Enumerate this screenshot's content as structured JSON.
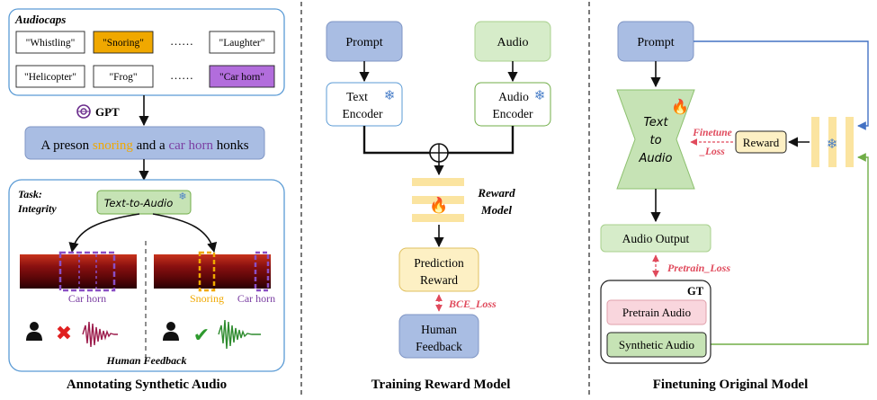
{
  "colors": {
    "blue_box": "#a9bde3",
    "green_box": "#d6ecc9",
    "yellow_box": "#fdf0c4",
    "pink_box": "#f9d6dd",
    "snoring": "#f0a800",
    "car_horn_bg": "#b26ddc",
    "car_horn_text": "#7b3fa2",
    "loss_red": "#e04a5c",
    "connector_blue": "#4472c4",
    "connector_green": "#70ad47"
  },
  "panel1": {
    "audiocaps_title": "Audiocaps",
    "tags_row1": [
      "\"Whistling\"",
      "\"Snoring\"",
      "\"Laughter\""
    ],
    "tags_row2": [
      "\"Helicopter\"",
      "\"Frog\"",
      "\"Car horn\""
    ],
    "ellipsis": "……",
    "gpt_label": "GPT",
    "caption_parts": [
      "A preson ",
      "snoring",
      " and a ",
      "car horn",
      " honks"
    ],
    "task_label_line1": "Task:",
    "task_label_line2": "Integrity",
    "tta_label": "Text-to-Audio",
    "left_label": "Car horn",
    "right_label_snoring": "Snoring",
    "right_label_carhorn": "Car horn",
    "human_feedback": "Human Feedback",
    "footer": "Annotating Synthetic Audio"
  },
  "panel2": {
    "prompt": "Prompt",
    "audio": "Audio",
    "text_encoder_l1": "Text",
    "text_encoder_l2": "Encoder",
    "audio_encoder_l1": "Audio",
    "audio_encoder_l2": "Encoder",
    "reward_model_l1": "Reward",
    "reward_model_l2": "Model",
    "prediction_l1": "Prediction",
    "prediction_l2": "Reward",
    "loss": "BCE_Loss",
    "human_l1": "Human",
    "human_l2": "Feedback",
    "footer": "Training Reward Model"
  },
  "panel3": {
    "prompt": "Prompt",
    "tta_l1": "Text",
    "tta_l2": "to",
    "tta_l3": "Audio",
    "finetune_l1": "Finetune",
    "finetune_l2": "_Loss",
    "reward": "Reward",
    "audio_output": "Audio Output",
    "pretrain_loss": "Pretrain_Loss",
    "gt": "GT",
    "pretrain_audio": "Pretrain Audio",
    "synthetic_audio": "Synthetic Audio",
    "footer": "Finetuning Original Model"
  }
}
